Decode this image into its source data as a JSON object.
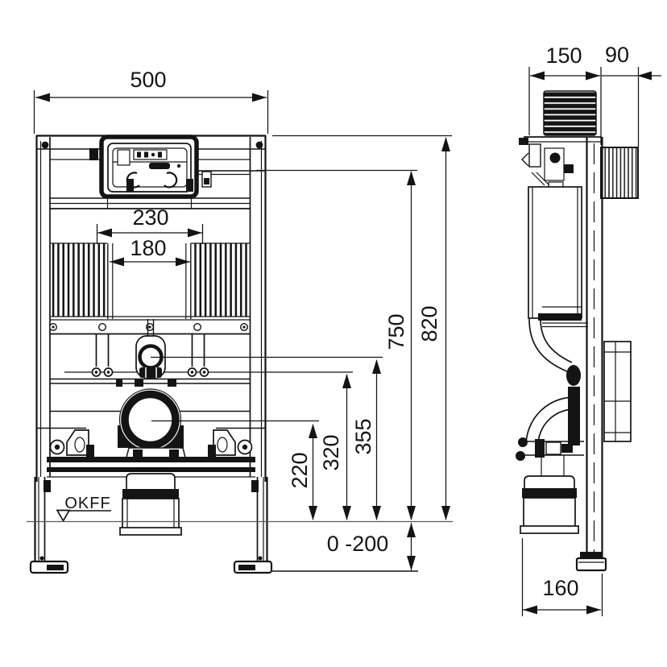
{
  "dims": {
    "width": "500",
    "fixing_outer": "230",
    "fixing_inner": "180",
    "total_height": "820",
    "upper_height": "750",
    "flush_height": "355",
    "supply_height": "320",
    "outlet_height": "220",
    "adjust_range": "0 -200",
    "depth_main": "150",
    "depth_front": "90",
    "outlet_depth": "160"
  },
  "labels": {
    "floor_level": "OKFF"
  },
  "colors": {
    "line": "#141414",
    "floor_line": "#5a5a5a",
    "background": "#ffffff"
  }
}
